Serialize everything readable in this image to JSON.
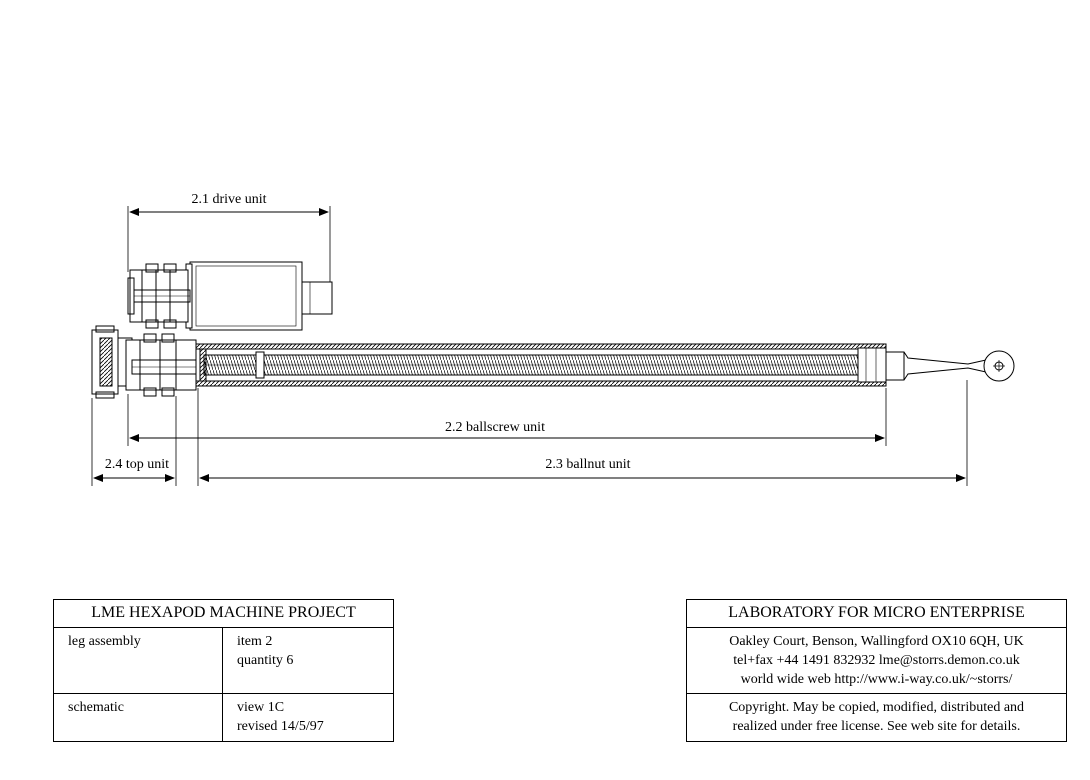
{
  "dimensions": {
    "drive_unit": "2.1 drive unit",
    "ballscrew_unit": "2.2 ballscrew unit",
    "ballnut_unit": "2.3 ballnut unit",
    "top_unit": "2.4 top unit"
  },
  "project_box": {
    "title": "LME HEXAPOD MACHINE  PROJECT",
    "rows": [
      {
        "left": "leg assembly",
        "right": [
          "item 2",
          "quantity 6"
        ]
      },
      {
        "left": "schematic",
        "right": [
          "view 1C",
          "revised 14/5/97"
        ]
      }
    ]
  },
  "lab_box": {
    "title": "LABORATORY FOR MICRO ENTERPRISE",
    "address": [
      "Oakley Court, Benson, Wallingford OX10 6QH, UK",
      "tel+fax +44 1491 832932  lme@storrs.demon.co.uk",
      "world wide web  http://www.i-way.co.uk/~storrs/"
    ],
    "license": [
      "Copyright. May be copied, modified, distributed and",
      "realized under free license. See web site for details."
    ]
  }
}
